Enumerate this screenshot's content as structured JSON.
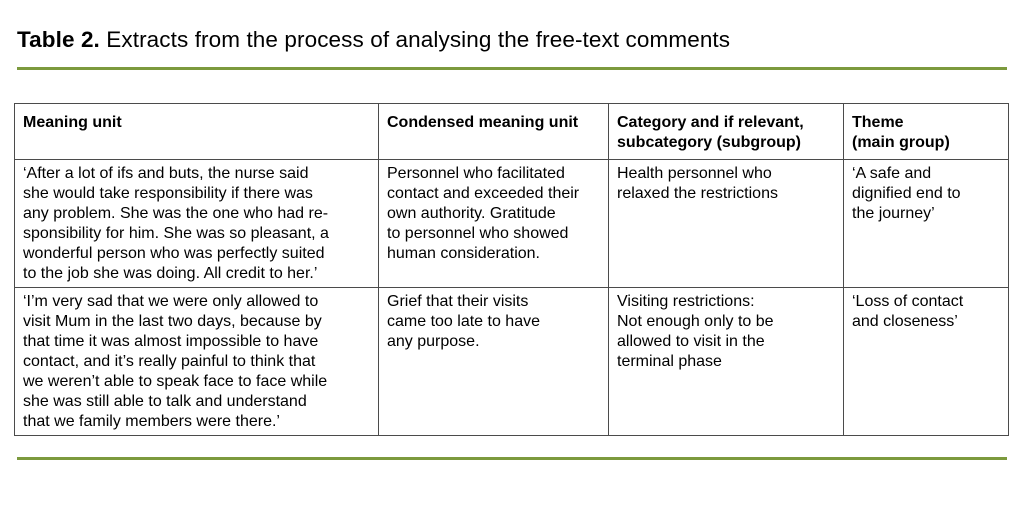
{
  "caption": {
    "label": "Table 2.",
    "text": "Extracts from the process of analysing the free-text comments"
  },
  "colors": {
    "accent": "#7c9a3d",
    "table_border": "#4b4b4b"
  },
  "table": {
    "headers": [
      "Meaning unit",
      "Condensed meaning unit",
      "Category and if relevant,\nsubcategory (subgroup)",
      "Theme\n(main group)"
    ],
    "rows": [
      {
        "cells": [
          "‘After a lot of ifs and buts, the nurse said\nshe would take responsibility if there was\nany problem. She was the one who had re-\nsponsibility for him. She was so pleasant, a\nwonderful person who was perfectly suited\nto the job she was doing. All credit to her.’",
          "Personnel who facilitated\ncontact and exceeded their\nown authority. Gratitude\nto personnel who showed\nhuman consideration.",
          "Health personnel who\nrelaxed the restrictions",
          "‘A safe and\ndignified end to\nthe journey’"
        ]
      },
      {
        "cells": [
          "‘I’m very sad that we were only allowed to\nvisit Mum in the last two days, because by\nthat time it was almost impossible to have\ncontact, and it’s really painful to think that\nwe weren’t able to speak face to face while\nshe was still able to talk and understand\nthat we family members were there.’",
          "Grief that their visits\ncame too late to have\nany purpose.",
          "Visiting restrictions:\nNot enough only to be\nallowed to visit in the\nterminal phase",
          "‘Loss of contact\nand closeness’"
        ]
      }
    ]
  }
}
